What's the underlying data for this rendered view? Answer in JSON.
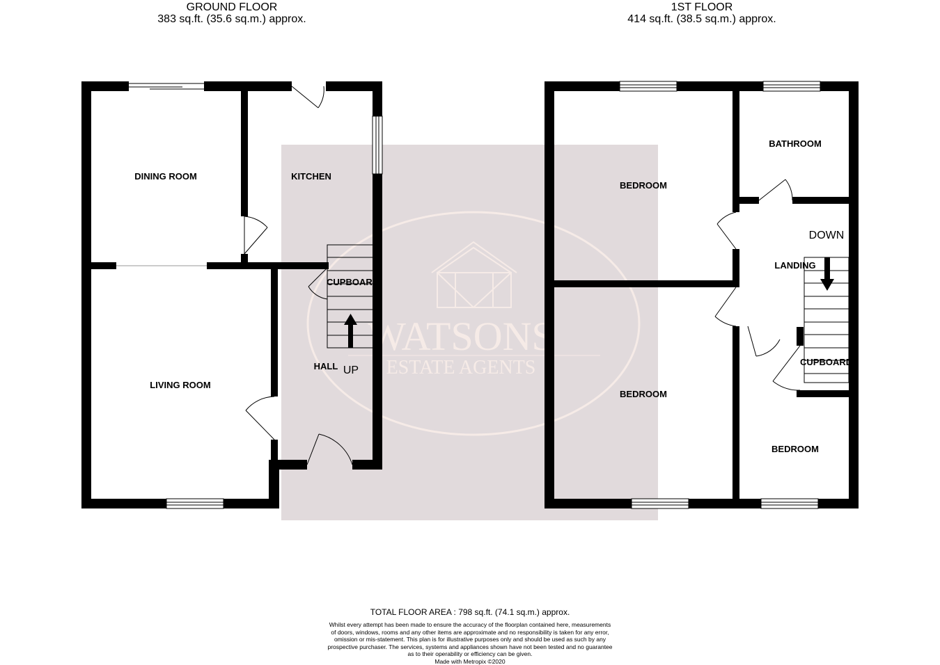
{
  "ground_floor": {
    "title": "GROUND FLOOR",
    "area": "383 sq.ft. (35.6 sq.m.) approx.",
    "rooms": {
      "dining_room": "DINING ROOM",
      "kitchen": "KITCHEN",
      "living_room": "LIVING ROOM",
      "hall": "HALL",
      "cupboard": "CUPBOARD"
    },
    "stairs_label": "UP"
  },
  "first_floor": {
    "title": "1ST FLOOR",
    "area": "414 sq.ft. (38.5 sq.m.) approx.",
    "rooms": {
      "bedroom_1": "BEDROOM",
      "bathroom": "BATHROOM",
      "landing": "LANDING",
      "bedroom_2": "BEDROOM",
      "bedroom_3": "BEDROOM",
      "cupboard": "CUPBOARD"
    },
    "stairs_label": "DOWN"
  },
  "watermark": {
    "brand": "WATSONS",
    "tagline": "ESTATE AGENTS"
  },
  "footer": {
    "total": "TOTAL FLOOR AREA : 798 sq.ft. (74.1 sq.m.) approx.",
    "disclaimer_lines": [
      "Whilst every attempt has been made to ensure the accuracy of the floorplan contained here, measurements",
      "of doors, windows, rooms and any other items are approximate and no responsibility is taken for any error,",
      "omission or mis-statement. This plan is for illustrative purposes only and should be used as such by any",
      "prospective purchaser. The services, systems and appliances shown have not been tested and no guarantee",
      "as to their operability or efficiency can be given."
    ],
    "made_with": "Made with Metropix ©2020"
  },
  "colors": {
    "wall": "#000000",
    "watermark_fill": "#e1dadc",
    "watermark_line": "#f6ebe7"
  }
}
